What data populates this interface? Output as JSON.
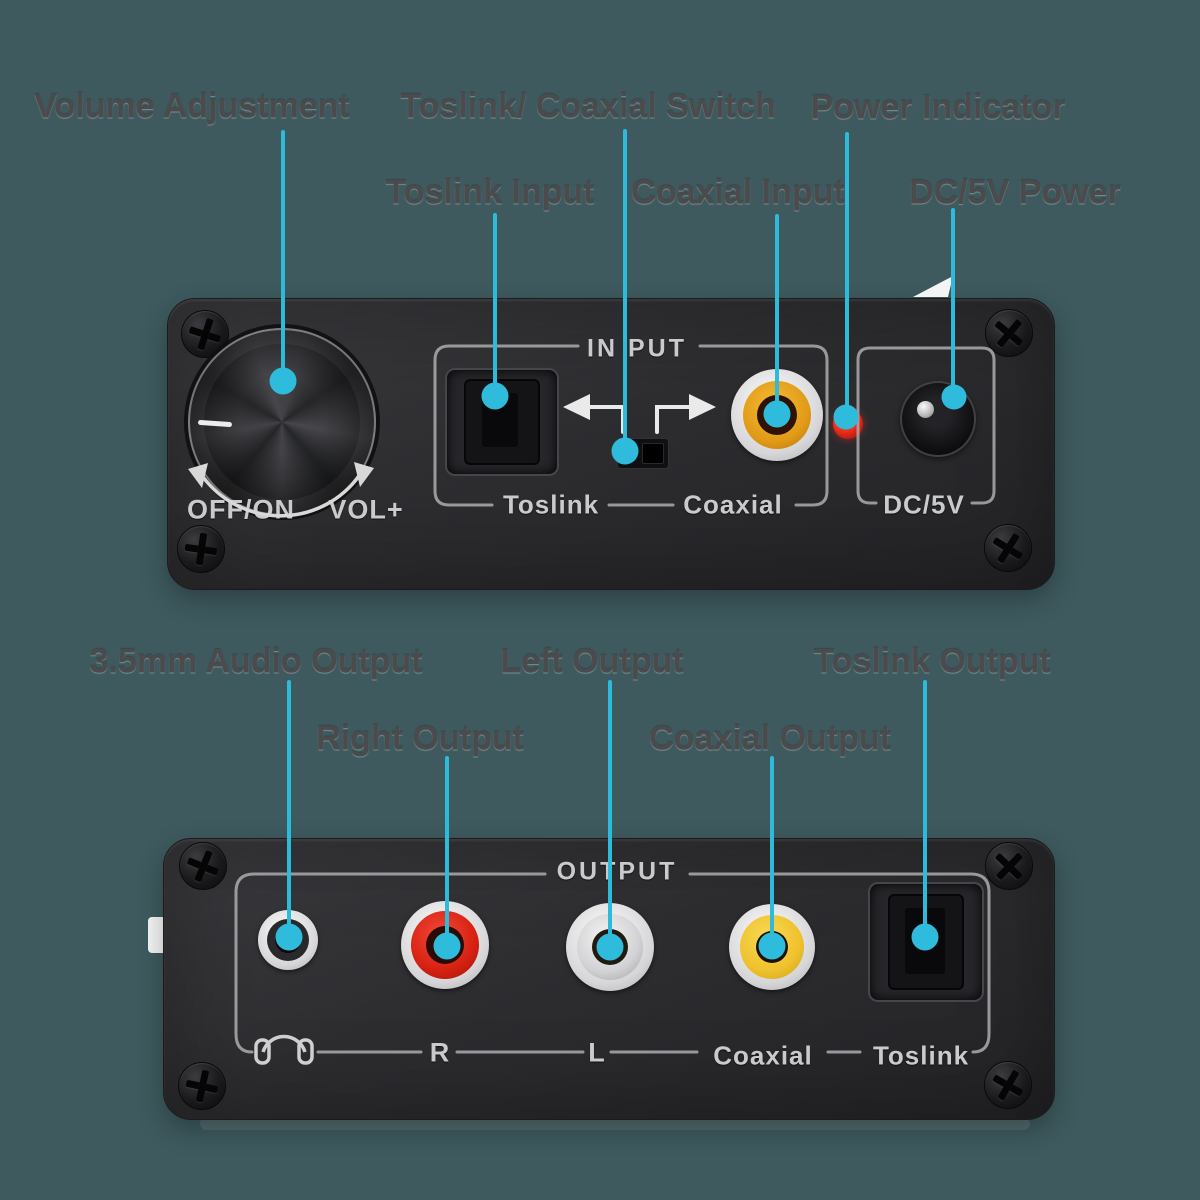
{
  "title": "Digital to Analog Audio Converter diagram",
  "colors": {
    "background": "#3e5a5e",
    "callout_line": "#2dbadb",
    "device_body": "#2d2d30",
    "panel_print": "#c9cacc",
    "led_red": "#e32716",
    "coaxial_input_ring": "#e8a321",
    "coaxial_output_ring": "#f0c93c",
    "right_output_ring": "#d62318"
  },
  "top_section": {
    "callouts": {
      "volume_adjustment": "Volume Adjustment",
      "toslink_coaxial_switch": "Toslink/ Coaxial Switch",
      "power_indicator": "Power Indicator",
      "toslink_input": "Toslink Input",
      "coaxial_input": "Coaxial Input",
      "dc_power": "DC/5V Power"
    },
    "device": {
      "group_label": "IN PUT",
      "off_on_label": "OFF/ON",
      "volume_label": "VOL+",
      "toslink_port_label": "Toslink",
      "coaxial_port_label": "Coaxial",
      "dc_port_label": "DC/5V"
    }
  },
  "bottom_section": {
    "callouts": {
      "audio_35mm_output": "3.5mm Audio Output",
      "right_output": "Right Output",
      "left_output": "Left Output",
      "coaxial_output": "Coaxial Output",
      "toslink_output": "Toslink Output"
    },
    "device": {
      "group_label": "OUTPUT",
      "headphone_icon": "headphones-icon",
      "right_label": "R",
      "left_label": "L",
      "coaxial_label": "Coaxial",
      "toslink_label": "Toslink"
    }
  }
}
